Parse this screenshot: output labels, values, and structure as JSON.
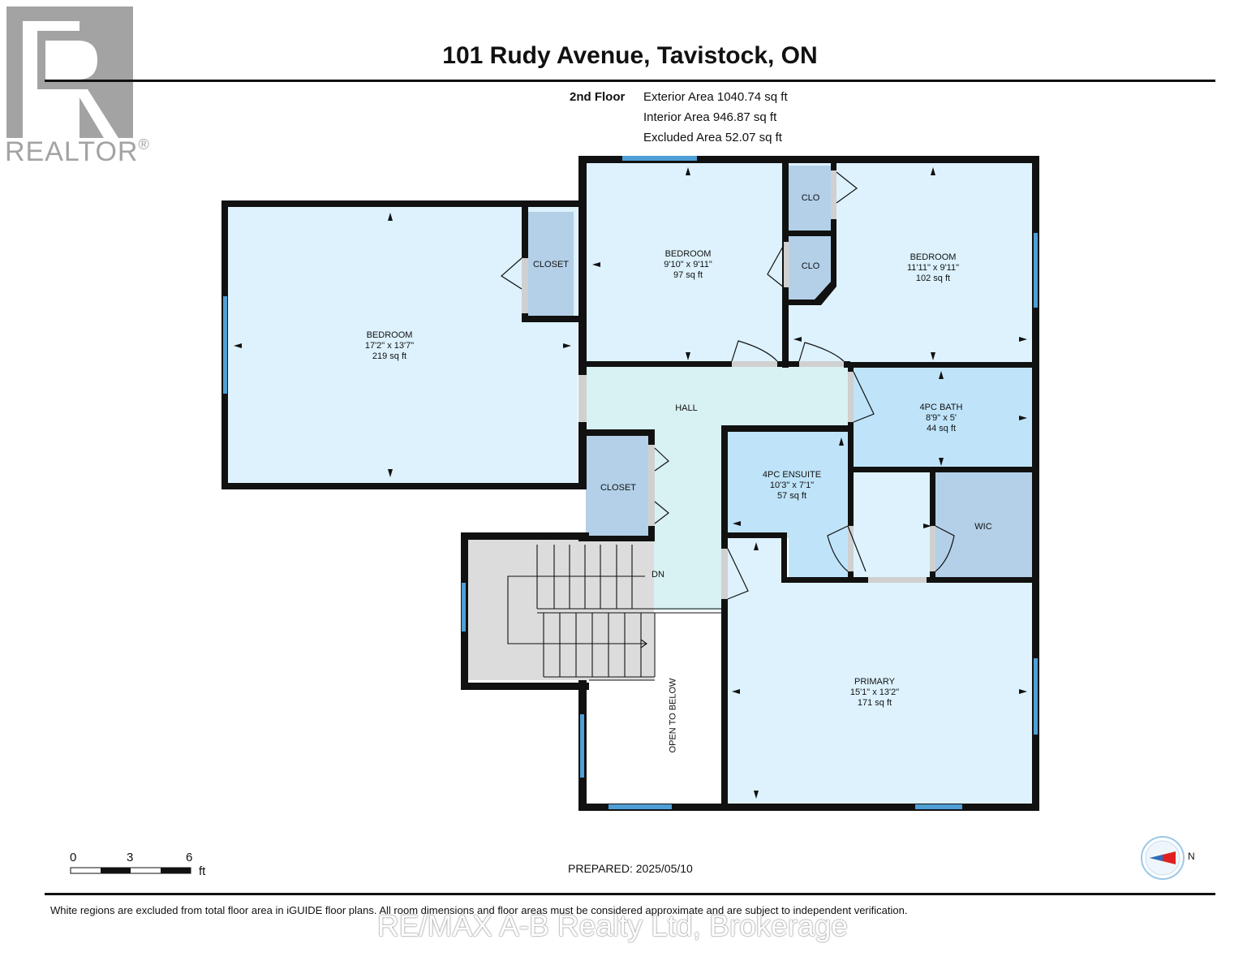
{
  "header": {
    "title": "101 Rudy Avenue, Tavistock, ON",
    "floor": "2nd Floor",
    "exterior_area": "Exterior Area 1040.74 sq ft",
    "interior_area": "Interior Area 946.87 sq ft",
    "excluded_area": "Excluded Area 52.07 sq ft"
  },
  "logo": {
    "word": "REALTOR",
    "mark": "®",
    "color": "#a3a3a3"
  },
  "rooms": {
    "bedroom_left": {
      "name": "BEDROOM",
      "dims": "17'2\" x 13'7\"",
      "area": "219 sq ft"
    },
    "bedroom_mid": {
      "name": "BEDROOM",
      "dims": "9'10\" x 9'11\"",
      "area": "97 sq ft"
    },
    "bedroom_right": {
      "name": "BEDROOM",
      "dims": "11'11\" x 9'11\"",
      "area": "102 sq ft"
    },
    "bath": {
      "name": "4PC BATH",
      "dims": "8'9\" x 5'",
      "area": "44 sq ft"
    },
    "ensuite": {
      "name": "4PC ENSUITE",
      "dims": "10'3\" x 7'1\"",
      "area": "57 sq ft"
    },
    "primary": {
      "name": "PRIMARY",
      "dims": "15'1\" x 13'2\"",
      "area": "171 sq ft"
    },
    "hall": "HALL",
    "closet_left": "CLOSET",
    "closet_hall": "CLOSET",
    "clo_top": "CLO",
    "clo_mid": "CLO",
    "wic": "WIC",
    "stairs_label": "DN",
    "open_below": "OPEN TO BELOW"
  },
  "colors": {
    "wall": "#111111",
    "room_fill": "#ddf2fd",
    "bath_fill": "#bfe4fa",
    "closet_fill": "#b3d0e8",
    "hall_fill": "#d8f1f2",
    "stair_fill": "#dcdcdc",
    "window": "#4f9fd6",
    "compass_arrow": "#e02020"
  },
  "scale": {
    "label_0": "0",
    "label_3": "3",
    "label_6": "6",
    "unit": "ft"
  },
  "compass": {
    "label": "N",
    "icon": "compass-icon"
  },
  "footer": {
    "prepared": "PREPARED: 2025/05/10",
    "disclaimer": "White regions are excluded from total floor area in iGUIDE floor plans. All room dimensions and floor areas must be considered approximate and are subject to independent verification.",
    "watermark": "RE/MAX A-B Realty Ltd, Brokerage"
  }
}
